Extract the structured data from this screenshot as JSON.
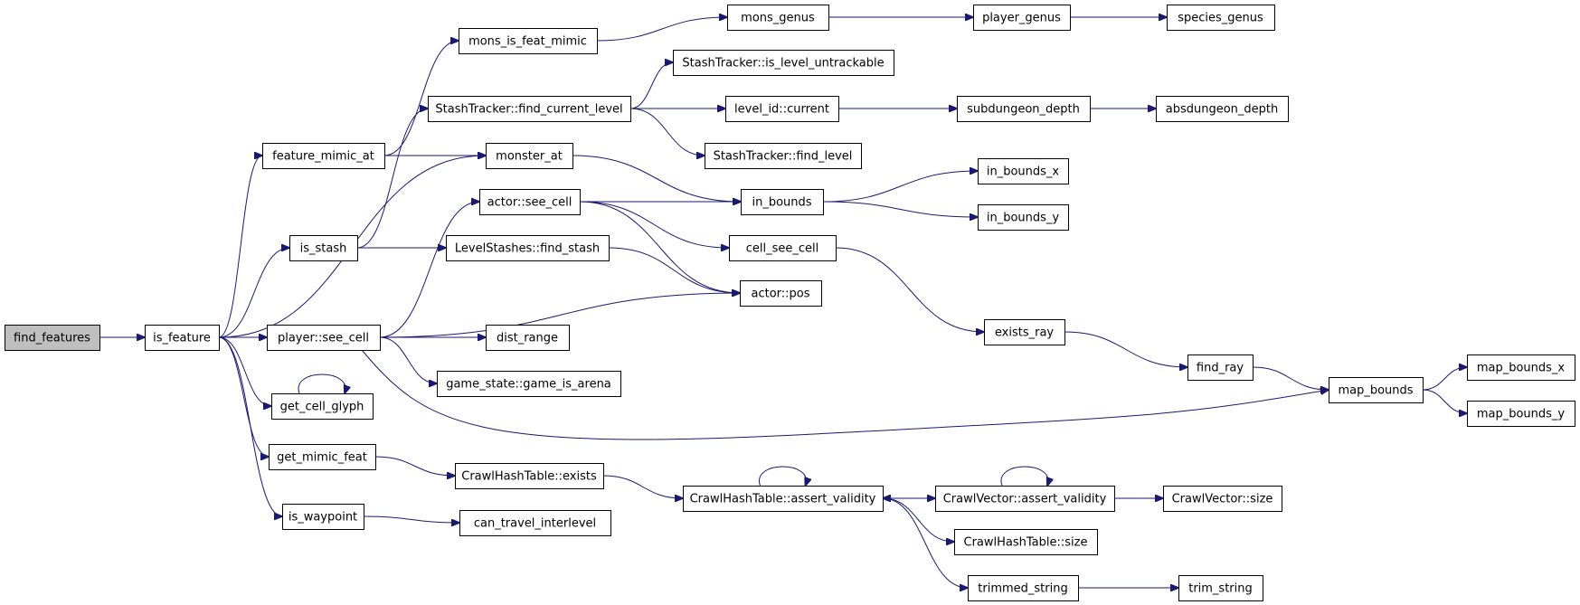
{
  "graph": {
    "root": "find_features",
    "nodes": [
      {
        "id": "find_features",
        "label": "find_features"
      },
      {
        "id": "is_feature",
        "label": "is_feature"
      },
      {
        "id": "feature_mimic_at",
        "label": "feature_mimic_at"
      },
      {
        "id": "is_stash",
        "label": "is_stash"
      },
      {
        "id": "player_see_cell",
        "label": "player::see_cell"
      },
      {
        "id": "get_cell_glyph",
        "label": "get_cell_glyph"
      },
      {
        "id": "get_mimic_feat",
        "label": "get_mimic_feat"
      },
      {
        "id": "is_waypoint",
        "label": "is_waypoint"
      },
      {
        "id": "mons_is_feat_mimic",
        "label": "mons_is_feat_mimic"
      },
      {
        "id": "stash_find_current_level",
        "label": "StashTracker::find_current_level"
      },
      {
        "id": "monster_at",
        "label": "monster_at"
      },
      {
        "id": "actor_see_cell",
        "label": "actor::see_cell"
      },
      {
        "id": "levelstashes_find_stash",
        "label": "LevelStashes::find_stash"
      },
      {
        "id": "dist_range",
        "label": "dist_range"
      },
      {
        "id": "game_is_arena",
        "label": "game_state::game_is_arena"
      },
      {
        "id": "hashtable_exists",
        "label": "CrawlHashTable::exists"
      },
      {
        "id": "can_travel_interlevel",
        "label": "can_travel_interlevel"
      },
      {
        "id": "mons_genus",
        "label": "mons_genus"
      },
      {
        "id": "stash_is_level_untrackable",
        "label": "StashTracker::is_level_untrackable"
      },
      {
        "id": "level_id_current",
        "label": "level_id::current"
      },
      {
        "id": "stash_find_level",
        "label": "StashTracker::find_level"
      },
      {
        "id": "in_bounds",
        "label": "in_bounds"
      },
      {
        "id": "cell_see_cell",
        "label": "cell_see_cell"
      },
      {
        "id": "actor_pos",
        "label": "actor::pos"
      },
      {
        "id": "hashtable_assert_validity",
        "label": "CrawlHashTable::assert_validity"
      },
      {
        "id": "player_genus",
        "label": "player_genus"
      },
      {
        "id": "subdungeon_depth",
        "label": "subdungeon_depth"
      },
      {
        "id": "in_bounds_x",
        "label": "in_bounds_x"
      },
      {
        "id": "in_bounds_y",
        "label": "in_bounds_y"
      },
      {
        "id": "exists_ray",
        "label": "exists_ray"
      },
      {
        "id": "vector_assert_validity",
        "label": "CrawlVector::assert_validity"
      },
      {
        "id": "hashtable_size",
        "label": "CrawlHashTable::size"
      },
      {
        "id": "trimmed_string",
        "label": "trimmed_string"
      },
      {
        "id": "species_genus",
        "label": "species_genus"
      },
      {
        "id": "absdungeon_depth",
        "label": "absdungeon_depth"
      },
      {
        "id": "find_ray",
        "label": "find_ray"
      },
      {
        "id": "vector_size",
        "label": "CrawlVector::size"
      },
      {
        "id": "trim_string",
        "label": "trim_string"
      },
      {
        "id": "map_bounds",
        "label": "map_bounds"
      },
      {
        "id": "map_bounds_x",
        "label": "map_bounds_x"
      },
      {
        "id": "map_bounds_y",
        "label": "map_bounds_y"
      }
    ],
    "edges": [
      {
        "from": "find_features",
        "to": "is_feature"
      },
      {
        "from": "is_feature",
        "to": "feature_mimic_at"
      },
      {
        "from": "is_feature",
        "to": "is_stash"
      },
      {
        "from": "is_feature",
        "to": "monster_at"
      },
      {
        "from": "is_feature",
        "to": "player_see_cell"
      },
      {
        "from": "is_feature",
        "to": "get_cell_glyph"
      },
      {
        "from": "is_feature",
        "to": "get_mimic_feat"
      },
      {
        "from": "is_feature",
        "to": "is_waypoint"
      },
      {
        "from": "feature_mimic_at",
        "to": "mons_is_feat_mimic"
      },
      {
        "from": "feature_mimic_at",
        "to": "monster_at"
      },
      {
        "from": "mons_is_feat_mimic",
        "to": "mons_genus"
      },
      {
        "from": "mons_genus",
        "to": "player_genus"
      },
      {
        "from": "player_genus",
        "to": "species_genus"
      },
      {
        "from": "is_stash",
        "to": "stash_find_current_level"
      },
      {
        "from": "is_stash",
        "to": "levelstashes_find_stash"
      },
      {
        "from": "stash_find_current_level",
        "to": "stash_is_level_untrackable"
      },
      {
        "from": "stash_find_current_level",
        "to": "level_id_current"
      },
      {
        "from": "stash_find_current_level",
        "to": "stash_find_level"
      },
      {
        "from": "level_id_current",
        "to": "subdungeon_depth"
      },
      {
        "from": "subdungeon_depth",
        "to": "absdungeon_depth"
      },
      {
        "from": "monster_at",
        "to": "in_bounds"
      },
      {
        "from": "in_bounds",
        "to": "in_bounds_x"
      },
      {
        "from": "in_bounds",
        "to": "in_bounds_y"
      },
      {
        "from": "player_see_cell",
        "to": "actor_see_cell"
      },
      {
        "from": "player_see_cell",
        "to": "actor_pos"
      },
      {
        "from": "player_see_cell",
        "to": "dist_range"
      },
      {
        "from": "player_see_cell",
        "to": "game_is_arena"
      },
      {
        "from": "player_see_cell",
        "to": "map_bounds"
      },
      {
        "from": "actor_see_cell",
        "to": "in_bounds"
      },
      {
        "from": "actor_see_cell",
        "to": "cell_see_cell"
      },
      {
        "from": "actor_see_cell",
        "to": "actor_pos"
      },
      {
        "from": "levelstashes_find_stash",
        "to": "actor_pos"
      },
      {
        "from": "cell_see_cell",
        "to": "exists_ray"
      },
      {
        "from": "exists_ray",
        "to": "find_ray"
      },
      {
        "from": "find_ray",
        "to": "map_bounds"
      },
      {
        "from": "map_bounds",
        "to": "map_bounds_x"
      },
      {
        "from": "map_bounds",
        "to": "map_bounds_y"
      },
      {
        "from": "get_cell_glyph",
        "to": "get_cell_glyph"
      },
      {
        "from": "get_mimic_feat",
        "to": "hashtable_exists"
      },
      {
        "from": "hashtable_exists",
        "to": "hashtable_assert_validity"
      },
      {
        "from": "hashtable_assert_validity",
        "to": "hashtable_assert_validity"
      },
      {
        "from": "hashtable_assert_validity",
        "to": "vector_assert_validity"
      },
      {
        "from": "hashtable_assert_validity",
        "to": "hashtable_size"
      },
      {
        "from": "hashtable_assert_validity",
        "to": "trimmed_string"
      },
      {
        "from": "vector_assert_validity",
        "to": "hashtable_assert_validity"
      },
      {
        "from": "vector_assert_validity",
        "to": "vector_assert_validity"
      },
      {
        "from": "vector_assert_validity",
        "to": "vector_size"
      },
      {
        "from": "trimmed_string",
        "to": "trim_string"
      },
      {
        "from": "is_waypoint",
        "to": "can_travel_interlevel"
      }
    ]
  }
}
